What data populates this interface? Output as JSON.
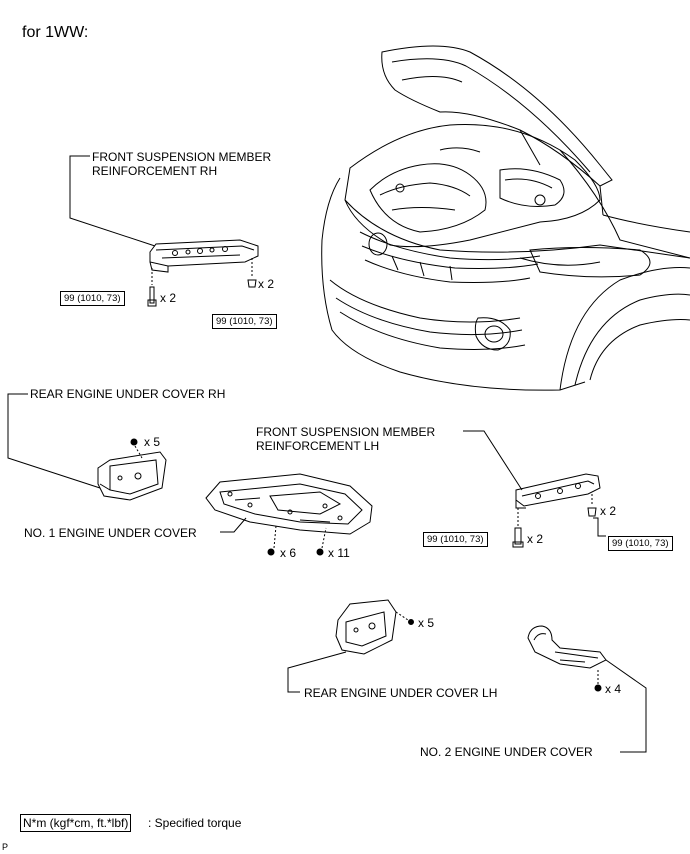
{
  "title": "for 1WW:",
  "labels": {
    "front_rh": [
      "FRONT SUSPENSION MEMBER",
      "REINFORCEMENT RH"
    ],
    "front_lh": [
      "FRONT SUSPENSION MEMBER",
      "REINFORCEMENT LH"
    ],
    "rear_rh": "REAR ENGINE UNDER COVER RH",
    "rear_lh": "REAR ENGINE UNDER COVER LH",
    "no1": "NO. 1 ENGINE UNDER COVER",
    "no2": "NO. 2 ENGINE UNDER COVER"
  },
  "torque": "99 (1010, 73)",
  "quantities": {
    "rh_bolt": "x 2",
    "rh_screw": "x 2",
    "rear_rh": "x 5",
    "no1_a": "x 6",
    "no1_b": "x 11",
    "lh_screw": "x 2",
    "lh_bolt": "x 2",
    "rear_lh": "x 5",
    "no2": "x 4"
  },
  "legend": {
    "unit": "N*m (kgf*cm, ft.*lbf)",
    "text": ": Specified torque"
  },
  "corner_mark": "P"
}
